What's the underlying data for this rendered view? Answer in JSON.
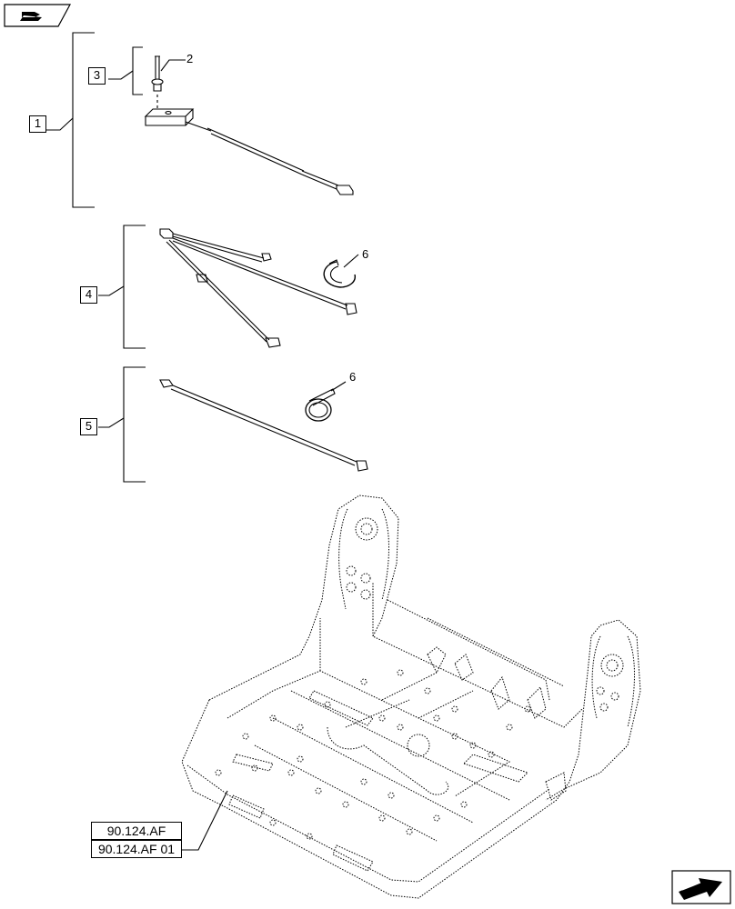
{
  "callouts": [
    {
      "id": "1",
      "label": "1"
    },
    {
      "id": "2",
      "label": "2"
    },
    {
      "id": "3",
      "label": "3"
    },
    {
      "id": "4",
      "label": "4"
    },
    {
      "id": "5",
      "label": "5"
    },
    {
      "id": "6a",
      "label": "6"
    },
    {
      "id": "6b",
      "label": "6"
    }
  ],
  "references": {
    "ref1": "90.124.AF",
    "ref2": "90.124.AF 01"
  },
  "icons": {
    "top_left": "previous-page-hand-icon",
    "bottom_right": "next-page-arrow-icon"
  }
}
